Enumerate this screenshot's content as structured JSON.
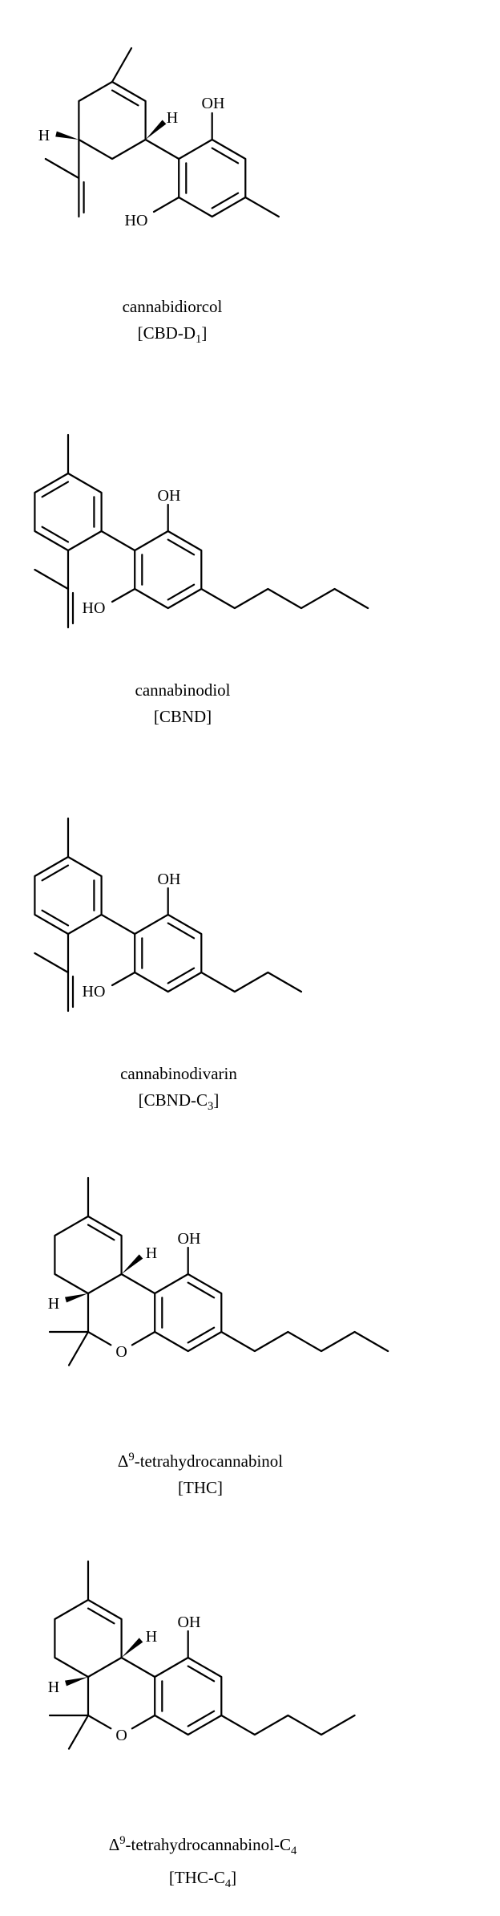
{
  "figure": {
    "background_color": "#ffffff",
    "ink_color": "#000000"
  },
  "compounds": [
    {
      "id": "cannabidiorcol",
      "name": [
        {
          "t": "cannabidiorcol"
        }
      ],
      "abbr": [
        {
          "t": "[CBD-D"
        },
        {
          "t": "1"
        },
        {
          "t": "]"
        }
      ],
      "atoms": {
        "oh": "OH",
        "ho": "HO",
        "h_ring_junction": "H",
        "h_side": "H"
      }
    },
    {
      "id": "cannabinodiol",
      "name": [
        {
          "t": "cannabinodiol"
        }
      ],
      "abbr": [
        {
          "t": "[CBND]"
        }
      ],
      "atoms": {
        "oh": "OH",
        "ho": "HO"
      }
    },
    {
      "id": "cannabinodivarin",
      "name": [
        {
          "t": "cannabinodivarin"
        }
      ],
      "abbr": [
        {
          "t": "[CBND-C"
        },
        {
          "t": "3"
        },
        {
          "t": "]"
        }
      ],
      "atoms": {
        "oh": "OH",
        "ho": "HO"
      }
    },
    {
      "id": "delta9-tetrahydrocannabinol",
      "name": [
        {
          "t": "Δ"
        },
        {
          "t": "9"
        },
        {
          "t": "-tetrahydrocannabinol"
        }
      ],
      "abbr": [
        {
          "t": "[THC]"
        }
      ],
      "atoms": {
        "oh": "OH",
        "o": "O",
        "h_top": "H",
        "h_left": "H"
      }
    },
    {
      "id": "delta9-tetrahydrocannabinol-c4",
      "name": [
        {
          "t": "Δ"
        },
        {
          "t": "9"
        },
        {
          "t": "-tetrahydrocannabinol-C"
        },
        {
          "t": "4"
        }
      ],
      "abbr": [
        {
          "t": "[THC-C"
        },
        {
          "t": "4"
        },
        {
          "t": "]"
        }
      ],
      "atoms": {
        "oh": "OH",
        "o": "O",
        "h_top": "H",
        "h_left": "H"
      }
    }
  ]
}
